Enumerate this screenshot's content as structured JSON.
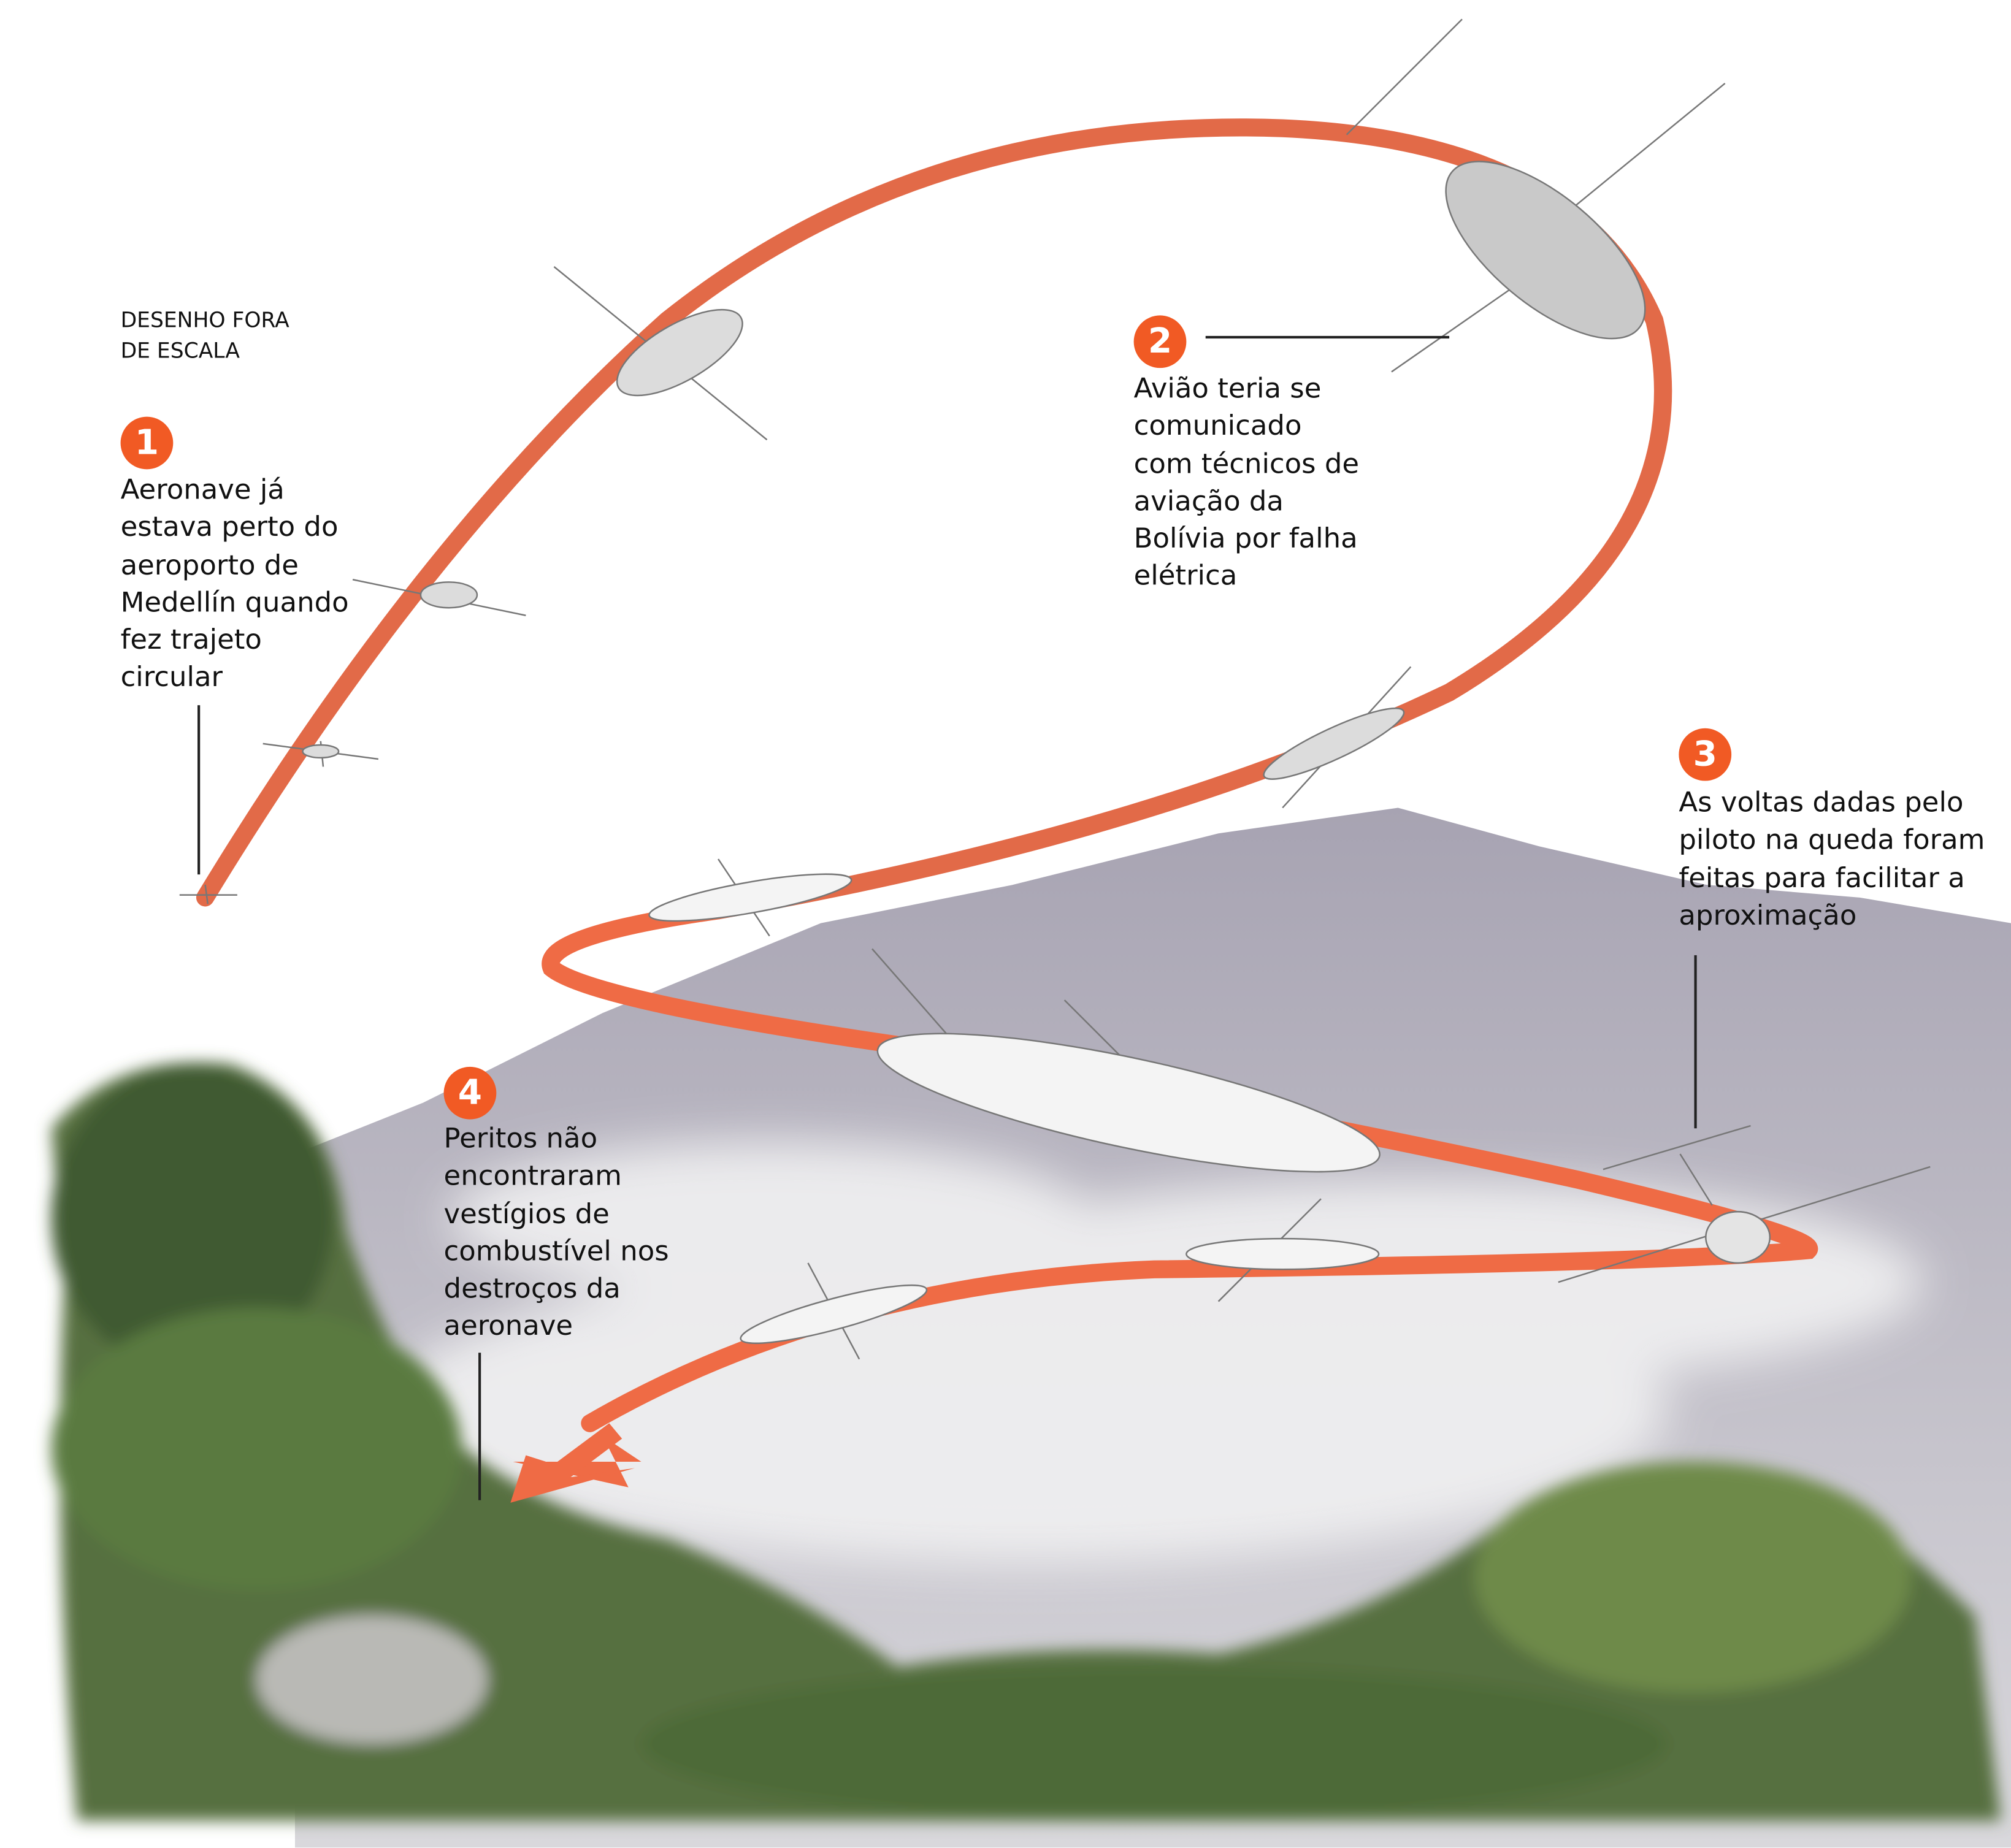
{
  "scale_note": [
    "DESENHO FORA",
    "DE ESCALA"
  ],
  "colors": {
    "accent": "#f15a24",
    "path": "#e66a48",
    "mountain": "#a9a6b4",
    "forest": "#4d6a3a"
  },
  "callouts": [
    {
      "number": "1",
      "lines": [
        "Aeronave já",
        "estava perto do",
        "aeroporto de",
        "Medellín quando",
        "fez trajeto",
        "circular"
      ]
    },
    {
      "number": "2",
      "lines": [
        "Avião teria se",
        "comunicado",
        "com técnicos de",
        "aviação da",
        "Bolívia por falha",
        "elétrica"
      ]
    },
    {
      "number": "3",
      "lines": [
        "As voltas dadas pelo",
        "piloto na queda foram",
        "feitas para facilitar a",
        "aproximação"
      ]
    },
    {
      "number": "4",
      "lines": [
        "Peritos não",
        "encontraram",
        "vestígios de",
        "combustível nos",
        "destroços da",
        "aeronave"
      ]
    }
  ]
}
